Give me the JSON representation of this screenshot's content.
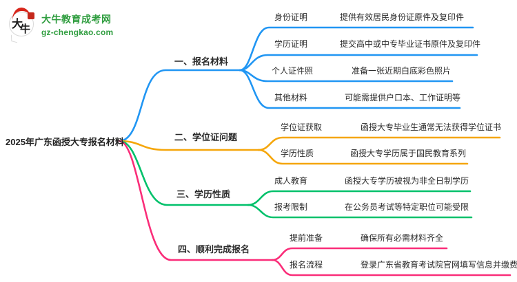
{
  "logo": {
    "icon_text_top": "大",
    "icon_text_bottom": "牛",
    "site_name": "大牛教育成考网",
    "site_domain": "gz-chengkao.com",
    "brand_green": "#2f9d3f",
    "accent_red": "#d8261b"
  },
  "root": {
    "label": "2025年广东函授大专报名材料"
  },
  "branches": [
    {
      "label": "一、报名材料",
      "color": "#2196f3",
      "children": [
        {
          "topic": "身份证明",
          "detail": "提供有效居民身份证原件及复印件"
        },
        {
          "topic": "学历证明",
          "detail": "提交高中或中专毕业证书原件及复印件"
        },
        {
          "topic": "个人证件照",
          "detail": "准备一张近期白底彩色照片"
        },
        {
          "topic": "其他材料",
          "detail": "可能需提供户口本、工作证明等"
        }
      ]
    },
    {
      "label": "二、学位证问题",
      "color": "#f5a60a",
      "children": [
        {
          "topic": "学位证获取",
          "detail": "函授大专毕业生通常无法获得学位证书"
        },
        {
          "topic": "学历性质",
          "detail": "函授大专学历属于国民教育系列"
        }
      ]
    },
    {
      "label": "三、学历性质",
      "color": "#00c16b",
      "children": [
        {
          "topic": "成人教育",
          "detail": "函授大专学历被视为非全日制学历"
        },
        {
          "topic": "报考限制",
          "detail": "在公务员考试等特定职位可能受限"
        }
      ]
    },
    {
      "label": "四、顺利完成报名",
      "color": "#fa2d79",
      "children": [
        {
          "topic": "提前准备",
          "detail": "确保所有必需材料齐全"
        },
        {
          "topic": "报名流程",
          "detail": "登录广东省教育考试院官网填写信息并缴费"
        }
      ]
    }
  ]
}
